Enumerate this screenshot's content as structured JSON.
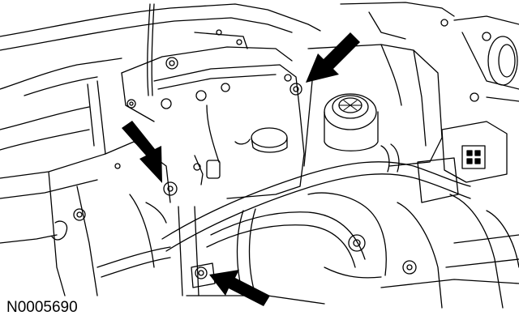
{
  "figure": {
    "id_label": "N0005690",
    "subject": "engine-compartment-line-drawing",
    "callout_arrows": [
      "arrow-top-right",
      "arrow-left",
      "arrow-bottom"
    ],
    "colors": {
      "ink": "#000000",
      "paper": "#ffffff"
    }
  }
}
